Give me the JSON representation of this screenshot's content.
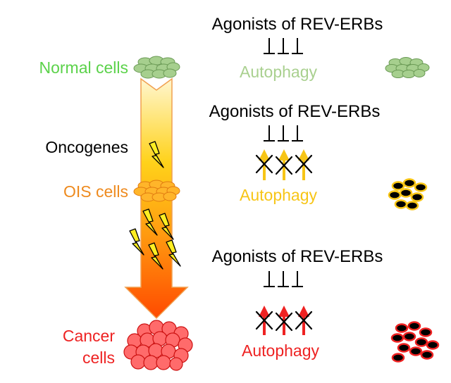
{
  "stages": {
    "normal": {
      "label": "Normal cells"
    },
    "oncogenes": {
      "label": "Oncogenes"
    },
    "ois": {
      "label": "OIS cells"
    },
    "cancer": {
      "label_line1": "Cancer",
      "label_line2": "cells"
    }
  },
  "panels": {
    "normal": {
      "agonist": "Agonists of REV-ERBs",
      "process": "Autophagy"
    },
    "ois": {
      "agonist": "Agonists of REV-ERBs",
      "process": "Autophagy"
    },
    "cancer": {
      "agonist": "Agonists of REV-ERBs",
      "process": "Autophagy"
    }
  },
  "colors": {
    "normal": "#5bd24a",
    "normal_cells": "#a6cf8e",
    "normal_autophagy": "#a9d08f",
    "ois": "#ee8a1e",
    "ois_autophagy": "#f7c516",
    "cancer": "#ee2222",
    "cancer_cells": "#ff6b6b",
    "black": "#000000",
    "lightning": "#ffee22"
  }
}
